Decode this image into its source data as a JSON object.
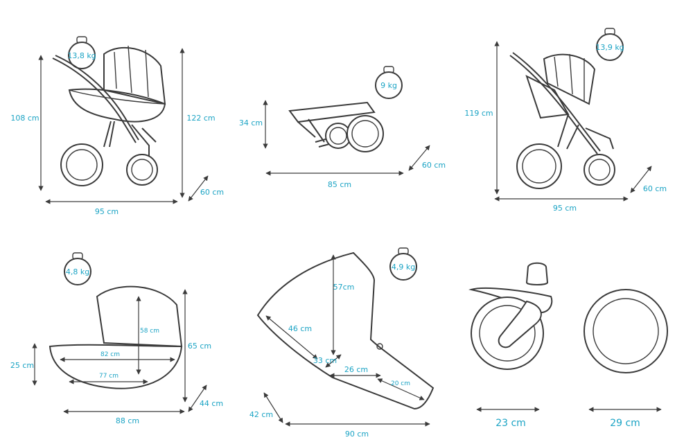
{
  "colors": {
    "accent": "#1aa3c4",
    "line": "#3a3a3a",
    "background": "#ffffff"
  },
  "panels": {
    "stroller_bassinet": {
      "weight": "13,8 kg",
      "dims": {
        "height_frame": "108 cm",
        "height_total": "122 cm",
        "length": "95 cm",
        "width": "60 cm"
      }
    },
    "folded_frame": {
      "weight": "9 kg",
      "dims": {
        "height": "34 cm",
        "length": "85 cm",
        "width": "60 cm"
      }
    },
    "stroller_seat": {
      "weight": "13,9 kg",
      "dims": {
        "height": "119 cm",
        "length": "95 cm",
        "width": "60 cm"
      }
    },
    "bassinet": {
      "weight": "4,8 kg",
      "dims": {
        "inner_height": "58 cm",
        "height_total": "65 cm",
        "side_height": "25 cm",
        "inner_length_top": "82 cm",
        "inner_length_bottom": "77 cm",
        "length": "88 cm",
        "width": "44 cm"
      }
    },
    "seat_unit": {
      "weight": "4,9 kg",
      "dims": {
        "back_height": "57cm",
        "back_length": "46 cm",
        "seat_depth": "33 cm",
        "seat_length": "26 cm",
        "footrest": "20 cm",
        "width": "42 cm",
        "length": "90 cm"
      }
    },
    "front_wheel": {
      "dim": "23 cm"
    },
    "rear_wheel": {
      "dim": "29 cm"
    }
  }
}
